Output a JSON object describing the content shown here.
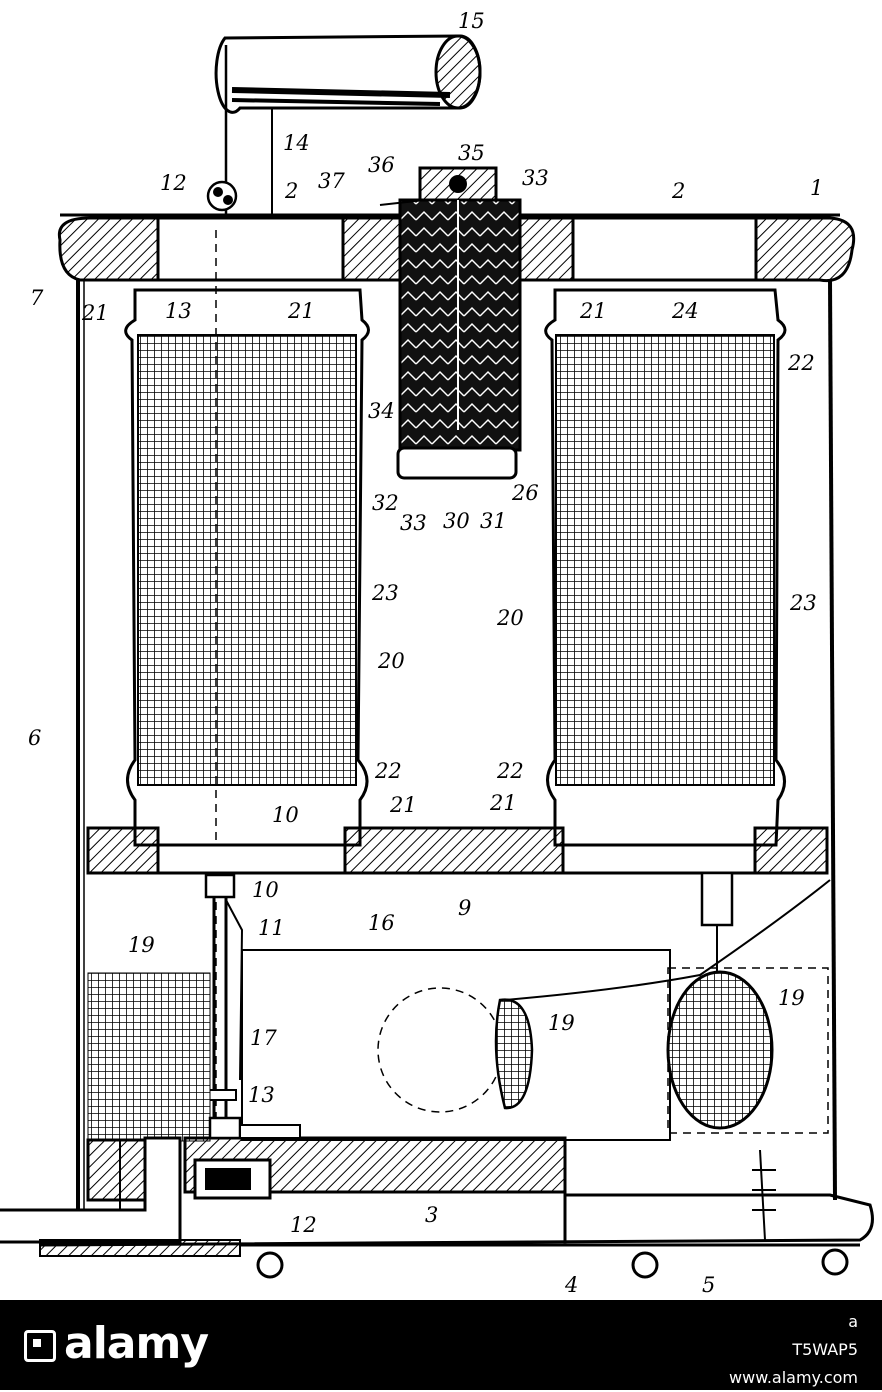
{
  "figure": {
    "labels": {
      "l1": "1",
      "l2a": "2",
      "l2b": "2",
      "l3": "3",
      "l4": "4",
      "l5": "5",
      "l6": "6",
      "l7": "7",
      "l9": "9",
      "l10a": "10",
      "l10b": "10",
      "l11": "11",
      "l12a": "12",
      "l12b": "12",
      "l13a": "13",
      "l13b": "13",
      "l14": "14",
      "l15": "15",
      "l16": "16",
      "l17": "17",
      "l19a": "19",
      "l19b": "19",
      "l19c": "19",
      "l20a": "20",
      "l20b": "20",
      "l21a": "21",
      "l21b": "21",
      "l21c": "21",
      "l21d": "21",
      "l21e": "21",
      "l22a": "22",
      "l22b": "22",
      "l22c": "22",
      "l23a": "23",
      "l23b": "23",
      "l24": "24",
      "l26": "26",
      "l30": "30",
      "l31": "31",
      "l32": "32",
      "l33a": "33",
      "l33b": "33",
      "l34": "34",
      "l35": "35",
      "l36": "36",
      "l37": "37"
    }
  },
  "footer": {
    "brand": "alamy",
    "line1": "a",
    "line2": "T5WAP5",
    "line3": "www.alamy.com"
  }
}
